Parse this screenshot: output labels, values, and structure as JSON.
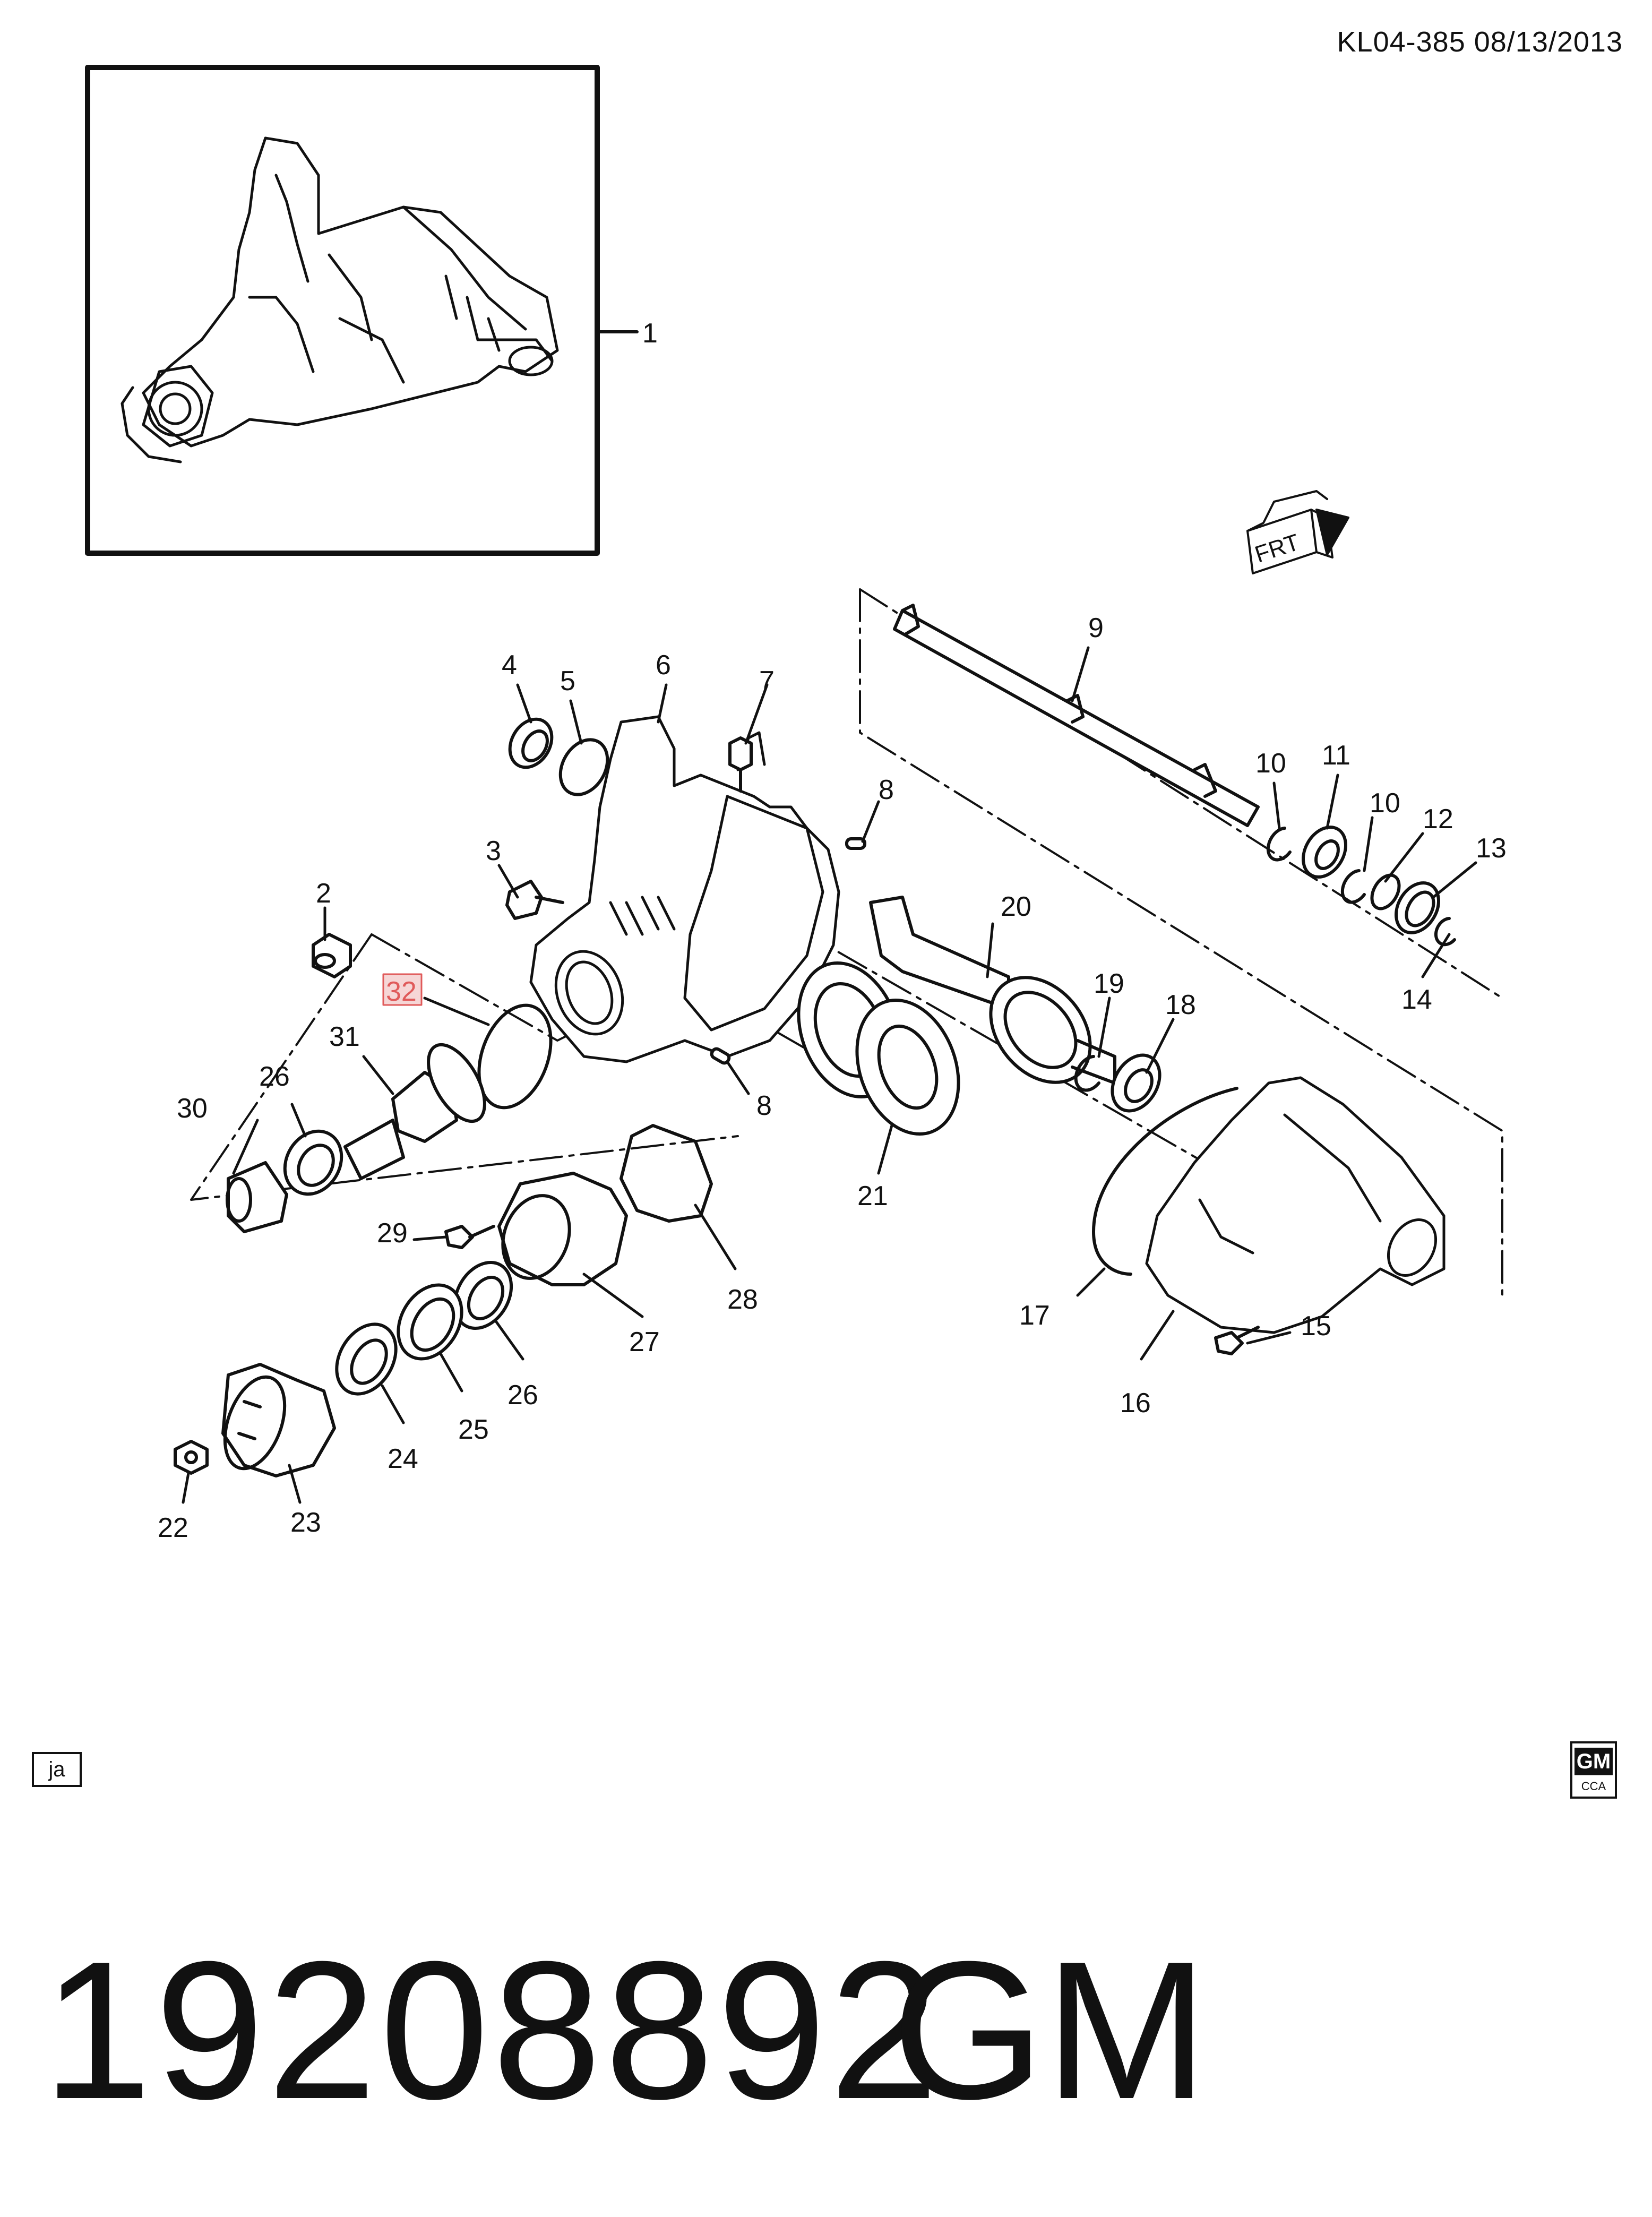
{
  "header": {
    "reference": "KL04-385  08/13/2013"
  },
  "orientation_marker": {
    "label": "FRT"
  },
  "callouts": {
    "c1": "1",
    "c2": "2",
    "c3": "3",
    "c4": "4",
    "c5": "5",
    "c6": "6",
    "c7": "7",
    "c8a": "8",
    "c8b": "8",
    "c9": "9",
    "c10a": "10",
    "c10b": "10",
    "c11": "11",
    "c12": "12",
    "c13": "13",
    "c14": "14",
    "c15": "15",
    "c16": "16",
    "c17": "17",
    "c18": "18",
    "c19": "19",
    "c20": "20",
    "c21": "21",
    "c22": "22",
    "c23": "23",
    "c24": "24",
    "c25": "25",
    "c26a": "26",
    "c26b": "26",
    "c27": "27",
    "c28": "28",
    "c29": "29",
    "c30": "30",
    "c31": "31",
    "c32": "32"
  },
  "language_tag": "ja",
  "logo": {
    "name": "GM",
    "sub": "CCA"
  },
  "footer": {
    "part_number": "19208892",
    "brand": "GM"
  },
  "colors": {
    "highlight_callout": "#e05a5a",
    "line": "#111111"
  }
}
